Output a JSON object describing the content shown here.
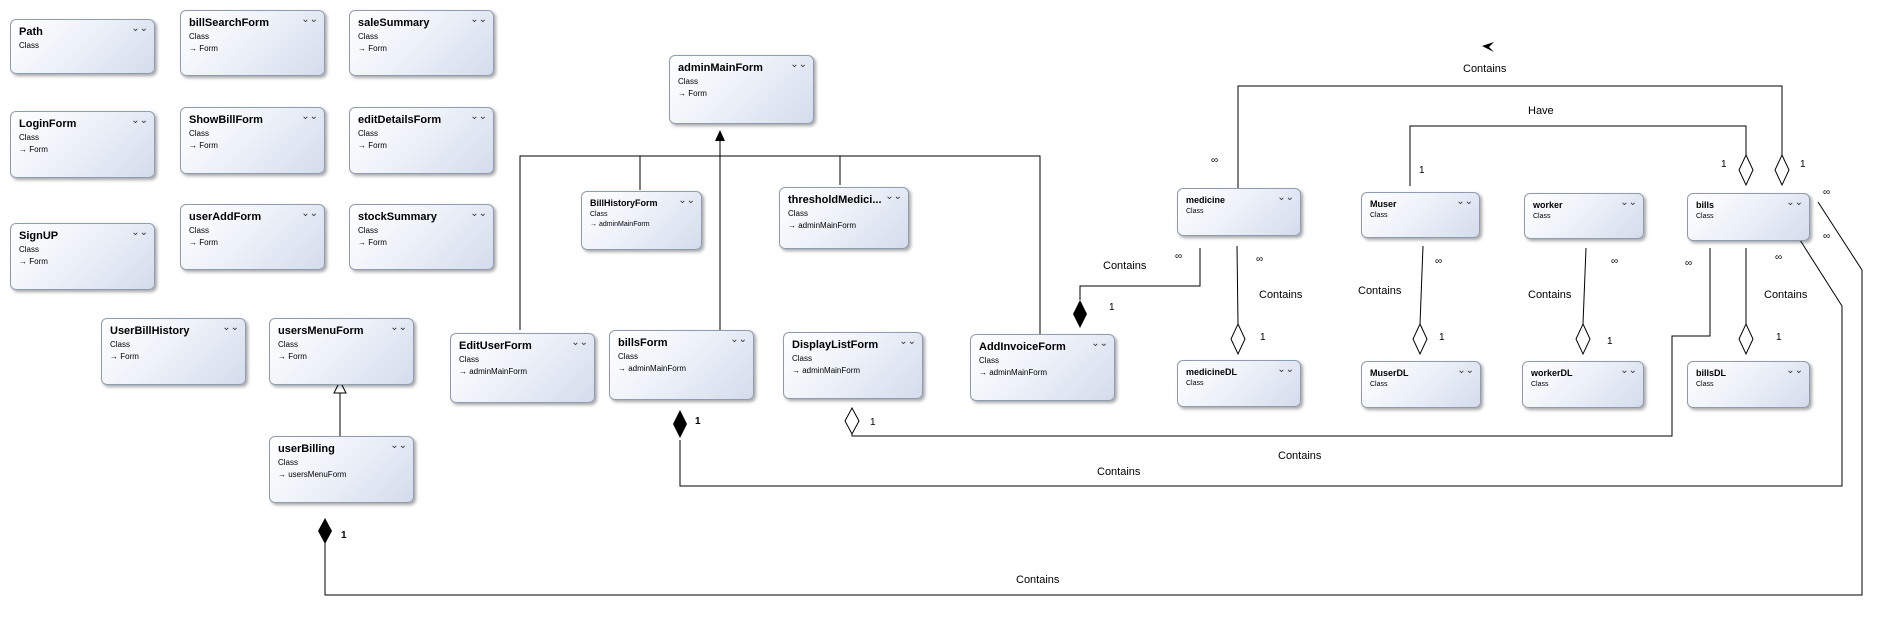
{
  "class_stereotype": "Class",
  "classes": [
    {
      "id": "Path",
      "name": "Path",
      "base": ""
    },
    {
      "id": "billSearchForm",
      "name": "billSearchForm",
      "base": "Form"
    },
    {
      "id": "saleSummary",
      "name": "saleSummary",
      "base": "Form"
    },
    {
      "id": "LoginForm",
      "name": "LoginForm",
      "base": "Form"
    },
    {
      "id": "ShowBillForm",
      "name": "ShowBillForm",
      "base": "Form"
    },
    {
      "id": "editDetailsForm",
      "name": "editDetailsForm",
      "base": "Form"
    },
    {
      "id": "SignUP",
      "name": "SignUP",
      "base": "Form"
    },
    {
      "id": "userAddForm",
      "name": "userAddForm",
      "base": "Form"
    },
    {
      "id": "stockSummary",
      "name": "stockSummary",
      "base": "Form"
    },
    {
      "id": "UserBillHistory",
      "name": "UserBillHistory",
      "base": "Form"
    },
    {
      "id": "usersMenuForm",
      "name": "usersMenuForm",
      "base": "Form"
    },
    {
      "id": "userBilling",
      "name": "userBilling",
      "base": "usersMenuForm"
    },
    {
      "id": "adminMainForm",
      "name": "adminMainForm",
      "base": "Form"
    },
    {
      "id": "BillHistoryForm",
      "name": "BillHistoryForm",
      "base": "adminMainForm"
    },
    {
      "id": "thresholdMedicine",
      "name": "thresholdMedici...",
      "base": "adminMainForm"
    },
    {
      "id": "EditUserForm",
      "name": "EditUserForm",
      "base": "adminMainForm"
    },
    {
      "id": "billsForm",
      "name": "billsForm",
      "base": "adminMainForm"
    },
    {
      "id": "DisplayListForm",
      "name": "DisplayListForm",
      "base": "adminMainForm"
    },
    {
      "id": "AddInvoiceForm",
      "name": "AddInvoiceForm",
      "base": "adminMainForm"
    },
    {
      "id": "medicine",
      "name": "medicine",
      "base": ""
    },
    {
      "id": "Muser",
      "name": "Muser",
      "base": ""
    },
    {
      "id": "worker",
      "name": "worker",
      "base": ""
    },
    {
      "id": "bills",
      "name": "bills",
      "base": ""
    },
    {
      "id": "medicineDL",
      "name": "medicineDL",
      "base": ""
    },
    {
      "id": "MuserDL",
      "name": "MuserDL",
      "base": ""
    },
    {
      "id": "workerDL",
      "name": "workerDL",
      "base": ""
    },
    {
      "id": "billsDL",
      "name": "billsDL",
      "base": ""
    }
  ],
  "association_labels": {
    "bills_contains_bills_top": "Contains",
    "muser_have_bills": "Have",
    "addinvoice_contains_medicine": "Contains",
    "medicine_contains_medicineDL": "Contains",
    "muser_contains_muserDL": "Contains",
    "worker_contains_workerDL": "Contains",
    "bills_contains_billsDL": "Contains",
    "displaylist_contains_bills": "Contains",
    "billsform_contains_bills": "Contains",
    "userbilling_contains_bills": "Contains"
  },
  "multiplicities": {
    "infinity": "∞",
    "one": "1"
  }
}
